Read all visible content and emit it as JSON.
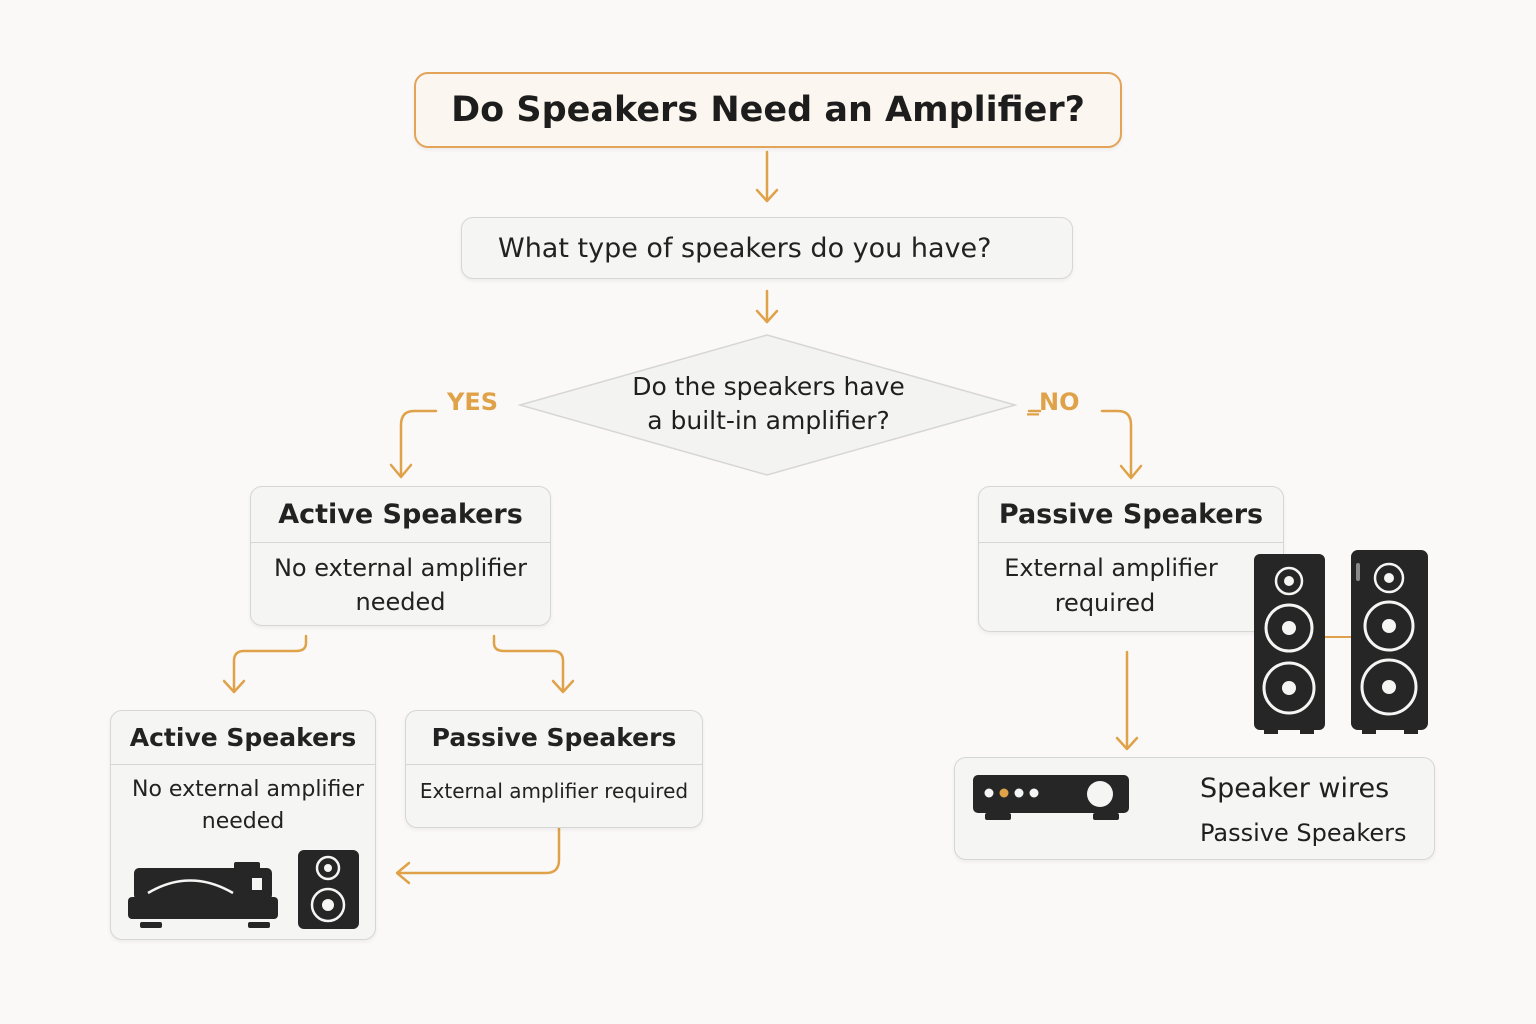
{
  "title": "Do Speakers Need an Amplifier?",
  "question": "What type of speakers do you have?",
  "decision": {
    "line1": "Do the speakers have",
    "line2": "a built-in amplifier?"
  },
  "labels": {
    "yes": "YES",
    "no": "_NO"
  },
  "active": {
    "title": "Active Speakers",
    "line1": "No external amplifier",
    "line2": "needed"
  },
  "passive": {
    "title": "Passive Speakers",
    "line1": "External amplifier",
    "line2": "required"
  },
  "sub_active": {
    "title": "Active Speakers",
    "line1": "No external amplifier",
    "line2": "needed"
  },
  "sub_passive": {
    "title": "Passive Speakers",
    "line1": "External amplifier required"
  },
  "setup": {
    "wires": "Speaker wires",
    "speakers": "Passive Speakers"
  },
  "colors": {
    "accent": "#e0a248",
    "box_fill": "#f5f5f4",
    "box_border": "#d6d6d4",
    "device": "#262626"
  },
  "icons": [
    "turntable-icon",
    "speaker-icon",
    "tower-speaker-icon",
    "amplifier-icon",
    "arrow-icon"
  ]
}
